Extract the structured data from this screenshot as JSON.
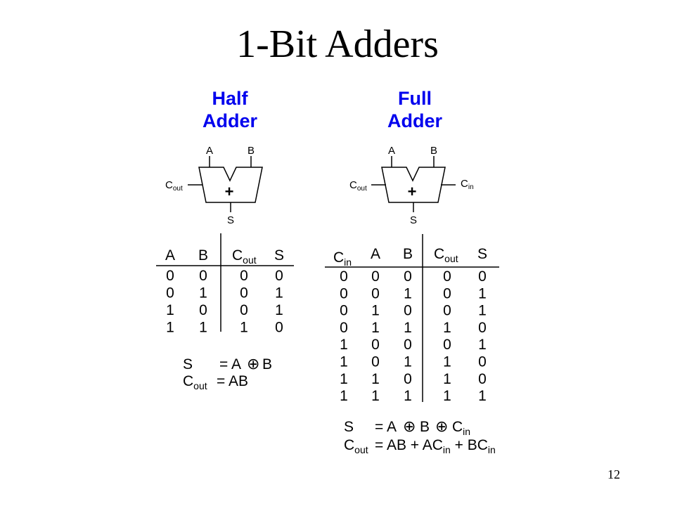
{
  "title": "1-Bit Adders",
  "page_number": "12",
  "colors": {
    "heading": "#0000ee",
    "ink": "#000000"
  },
  "half_adder": {
    "heading_line1": "Half",
    "heading_line2": "Adder",
    "symbol": {
      "in_a": "A",
      "in_b": "B",
      "op": "+",
      "out_s": "S",
      "cout_main": "C",
      "cout_sub": "out"
    },
    "headers": {
      "a": "A",
      "b": "B",
      "cout_main": "C",
      "cout_sub": "out",
      "s": "S"
    },
    "rows": [
      [
        "0",
        "0",
        "0",
        "0"
      ],
      [
        "0",
        "1",
        "0",
        "1"
      ],
      [
        "1",
        "0",
        "0",
        "1"
      ],
      [
        "1",
        "1",
        "1",
        "0"
      ]
    ],
    "equations": {
      "s_lhs": "S",
      "s_rhs_a": "= A",
      "xor_symbol": "⊕",
      "s_rhs_b": "B",
      "cout_main": "C",
      "cout_sub": "out",
      "cout_rhs": "= AB"
    }
  },
  "full_adder": {
    "heading_line1": "Full",
    "heading_line2": "Adder",
    "symbol": {
      "in_a": "A",
      "in_b": "B",
      "op": "+",
      "out_s": "S",
      "cout_main": "C",
      "cout_sub": "out",
      "cin_main": "C",
      "cin_sub": "in"
    },
    "headers": {
      "cin_main": "C",
      "cin_sub": "in",
      "a": "A",
      "b": "B",
      "cout_main": "C",
      "cout_sub": "out",
      "s": "S"
    },
    "rows": [
      [
        "0",
        "0",
        "0",
        "0",
        "0"
      ],
      [
        "0",
        "0",
        "1",
        "0",
        "1"
      ],
      [
        "0",
        "1",
        "0",
        "0",
        "1"
      ],
      [
        "0",
        "1",
        "1",
        "1",
        "0"
      ],
      [
        "1",
        "0",
        "0",
        "0",
        "1"
      ],
      [
        "1",
        "0",
        "1",
        "1",
        "0"
      ],
      [
        "1",
        "1",
        "0",
        "1",
        "0"
      ],
      [
        "1",
        "1",
        "1",
        "1",
        "1"
      ]
    ],
    "equations": {
      "s_lhs": "S",
      "s_rhs_a": "= A",
      "xor_symbol_1": "⊕",
      "s_rhs_b": "B",
      "xor_symbol_2": "⊕",
      "s_rhs_c_main": "C",
      "s_rhs_c_sub": "in",
      "cout_main": "C",
      "cout_sub": "out",
      "cout_rhs_1": "= AB + AC",
      "cout_rhs_1_sub": "in",
      "cout_rhs_2": " + BC",
      "cout_rhs_2_sub": "in"
    }
  }
}
